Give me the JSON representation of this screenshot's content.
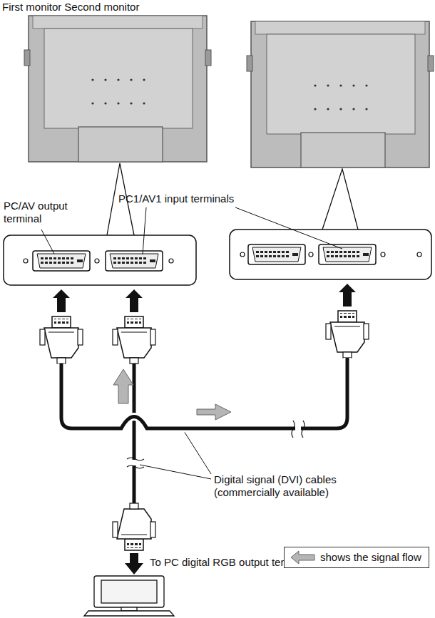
{
  "diagram": {
    "labels": [
      "First monitor",
      "Second monitor",
      "PC/AV output terminal",
      "PC1/AV1 input terminals",
      "Digital signal (DVI) cables (commercially available)",
      "To PC digital RGB output terminal"
    ],
    "legend": [
      {
        "text": "shows the signal flow"
      }
    ]
  }
}
